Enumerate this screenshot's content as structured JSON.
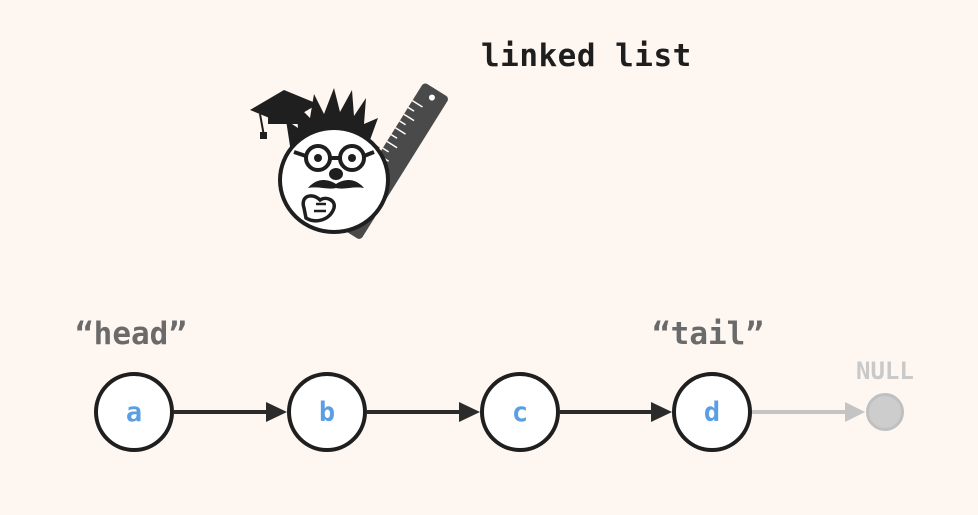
{
  "title": "linked list",
  "labels": {
    "head": "“head”",
    "tail": "“tail”",
    "null": "NULL"
  },
  "nodes": [
    "a",
    "b",
    "c",
    "d"
  ],
  "colors": {
    "background": "#fdf6f1",
    "node_text": "#5a9ee3",
    "node_border": "#1f1f1f",
    "arrow": "#2b2b2b",
    "null_arrow": "#c4c4c4",
    "label": "#6a6a6a"
  },
  "icons": {
    "mascot": "professor-with-ruler-icon"
  }
}
